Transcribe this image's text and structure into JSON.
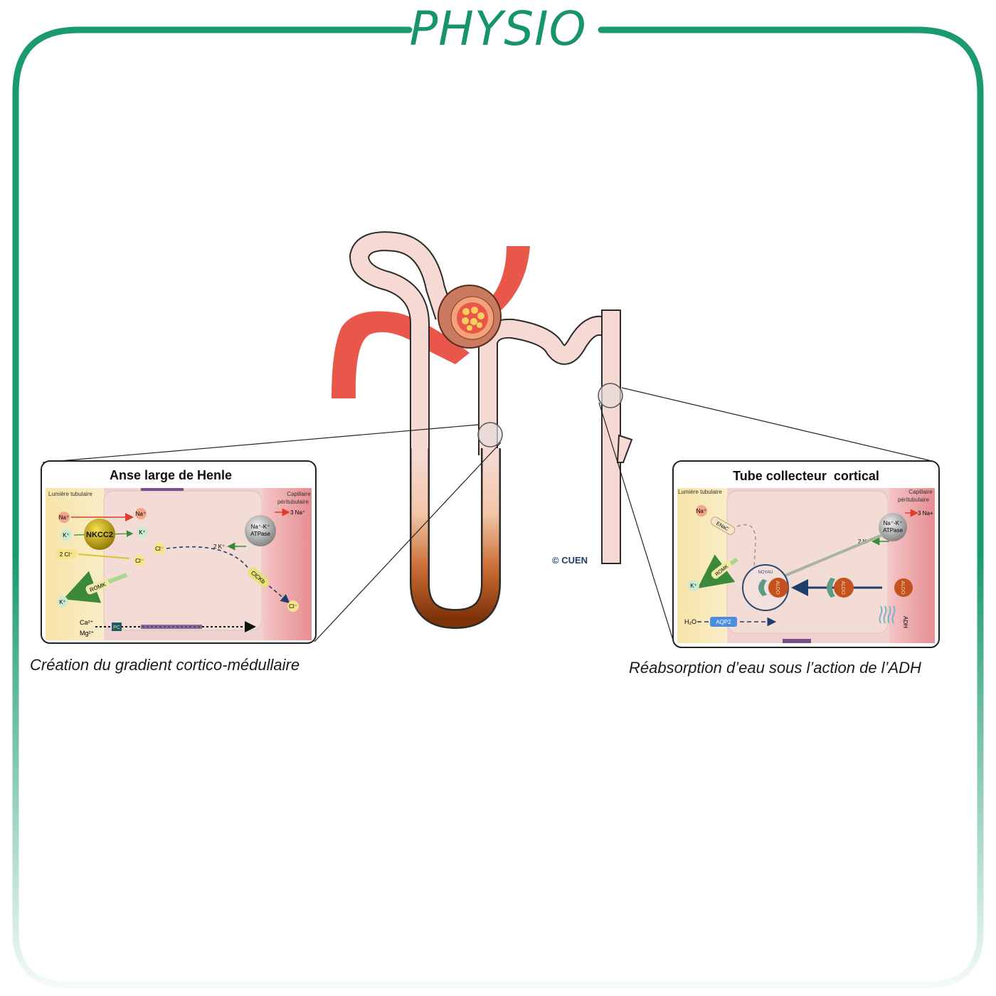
{
  "title": "PHYSIO",
  "credit": "© CUEN",
  "colors": {
    "frame_green": "#1a9a6e",
    "artery_red": "#e8574a",
    "tubule_pink": "#f6d9d2",
    "tubule_brown": "#8a3a10"
  },
  "panel_left": {
    "heading": "Anse large de Henle",
    "lumen_label": "Lumière tubulaire",
    "capillary_label_1": "Capillaire",
    "capillary_label_2": "péritubulaire",
    "na_in": "Na⁺",
    "na_cell": "Na⁺",
    "k_in": "K⁺",
    "k_cell": "K⁺",
    "cl_in": "2 Cl⁻",
    "cl_cell_1": "Cl⁻",
    "cl_cell_2": "Cl⁻",
    "cl_out": "Cl⁻",
    "k_out": "K⁺",
    "transporter": "NKCC2",
    "pump_1": "Na⁺-K⁺",
    "pump_2": "ATPase",
    "na_blood": "3 Na⁺",
    "k_blood": "2 K⁺",
    "romk": "ROMK",
    "clckb": "ClCKb",
    "ca": "Ca²⁺",
    "mg": "Mg²⁺",
    "pc": "PC"
  },
  "panel_right": {
    "heading": "Tube collecteur  cortical",
    "lumen_label": "Lumière tubulaire",
    "capillary_label_1": "Capillaire",
    "capillary_label_2": "péritubulaire",
    "na_in": "Na⁺",
    "enac": "ENaC",
    "romk": "ROMK",
    "k_out": "K⁺",
    "pump_1": "Na⁺-K⁺",
    "pump_2": "ATPase",
    "na_blood": "3 Na+",
    "k_blood": "2 K⁺",
    "noyau": "NOYAU",
    "aldo_1": "ALDO",
    "aldo_2": "ALDO",
    "aldo_3": "ALDO",
    "h2o": "H₂O",
    "aqp2": "AQP2",
    "adh": "ADH"
  },
  "caption_left": "Création du gradient cortico-médullaire",
  "caption_right": "Réabsorption d’eau sous l’action de l’ADH"
}
